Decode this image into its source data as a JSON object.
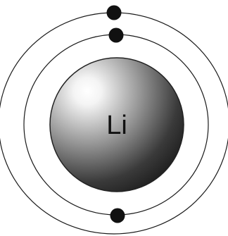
{
  "nucleus": {
    "symbol": "Li"
  },
  "colors": {
    "background": "#ffffff",
    "orbit_stroke": "#1a1a1a",
    "electron_fill": "#111111",
    "nucleus_highlight": "#ffffff",
    "nucleus_shadow": "#1e1e1e"
  },
  "shells": [
    {
      "electrons": 2
    },
    {
      "electrons": 1
    }
  ]
}
